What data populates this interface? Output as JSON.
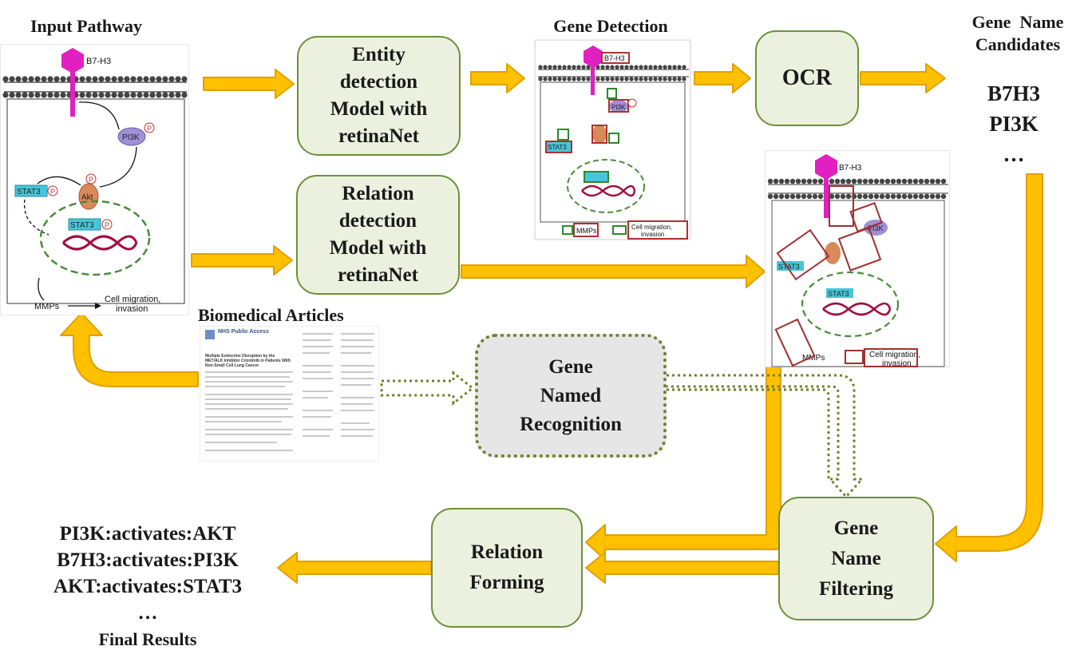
{
  "headings": {
    "input_pathway": "Input Pathway",
    "gene_detection": "Gene Detection",
    "gene_name_candidates_line1": "Gene  Name",
    "gene_name_candidates_line2": "Candidates",
    "biomedical_articles": "Biomedical Articles",
    "final_results": "Final Results"
  },
  "boxes": {
    "entity_detection": [
      "Entity",
      "detection",
      "Model with",
      "retinaNet"
    ],
    "relation_detection": [
      "Relation",
      "detection",
      "Model with",
      "retinaNet"
    ],
    "ocr": [
      "OCR"
    ],
    "gene_named_recognition": [
      "Gene",
      "Named",
      "Recognition"
    ],
    "gene_name_filtering": [
      "Gene",
      "Name",
      "Filtering"
    ],
    "relation_forming": [
      "Relation",
      "Forming"
    ]
  },
  "candidates": [
    "B7H3",
    "PI3K",
    "…"
  ],
  "results": [
    "PI3K:activates:AKT",
    "B7H3:activates:PI3K",
    "AKT:activates:STAT3",
    "…"
  ],
  "pathway_labels": {
    "ligand": "B7-H3",
    "pi3k": "PI3K",
    "akt": "Akt",
    "stat3": "STAT3",
    "phospho": "P",
    "mmps": "MMPs",
    "outcome_line1": "Cell migration,",
    "outcome_line2": "invasion"
  },
  "article": {
    "banner": "NHS Public Access",
    "title": "Multiple Endocrine Disruption by the MET/ALK Inhibitor Crizotinib in Patients With Non-Small Cell Lung Cancer"
  },
  "colors": {
    "arrow_fill": "#ffc000",
    "arrow_stroke": "#e0a000",
    "box_fill": "#ebf1de",
    "box_border": "#6e8f3a",
    "dotted_border": "#6e7f27",
    "dotted_fill": "#e6e6e6",
    "ligand": "#e020c0",
    "pi3k": "#9e8fd6",
    "akt": "#d9895a",
    "stat3": "#47c6d9",
    "dna": "#a01040",
    "nucleus": "#4a8a3a",
    "detection_red": "#b03030",
    "detection_green": "#2a8a2a"
  }
}
